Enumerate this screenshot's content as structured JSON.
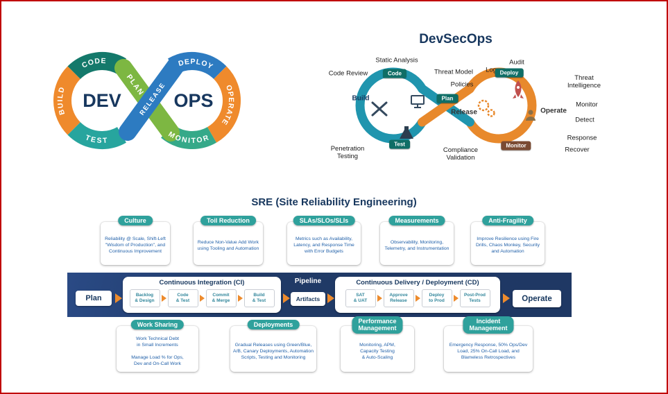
{
  "colors": {
    "page_border_red": "#C00000",
    "pill_teal": "#2FA19C",
    "navy": "#1F3864",
    "flow_arrow_orange": "#ED8B2D",
    "card_body_blue": "#1F5FA8",
    "devsecops_left_loop": "#2095AE",
    "devsecops_right_loop": "#E8892C"
  },
  "icons": {
    "build_tools": "crossed-wrench-screwdriver",
    "computer": "desktop-monitor",
    "test_flask": "erlenmeyer-flask",
    "gears": "double-gear",
    "deploy_rocket": "rocket",
    "operate_person": "person-at-desk",
    "flow_arrow": "orange-right-triangle"
  },
  "devops_loop": {
    "dev": "DEV",
    "ops": "OPS",
    "build": "BUILD",
    "code": "CODE",
    "plan": "PLAN",
    "test": "TEST",
    "release": "RELEASE",
    "deploy": "DEPLOY",
    "operate": "OPERATE",
    "monitor": "MONITOR"
  },
  "devsecops": {
    "title": "DevSecOps",
    "outer": {
      "static_analysis": "Static Analysis",
      "code_review": "Code Review",
      "threat_model": "Threat Model",
      "policies": "Policies",
      "log": "Log",
      "audit": "Audit",
      "threat_intelligence": "Threat\nIntelligence",
      "monitor": "Monitor",
      "detect": "Detect",
      "response": "Response",
      "recover": "Recover",
      "penetration_testing": "Penetration\nTesting",
      "compliance_validation": "Compliance\nValidation"
    },
    "stages": {
      "code": "Code",
      "build": "Build",
      "plan": "Plan",
      "test": "Test",
      "release": "Release",
      "deploy": "Deploy",
      "monitor": "Monitor",
      "operate": "Operate"
    }
  },
  "sre": {
    "title": "SRE (Site Reliability Engineering)",
    "top_cards": [
      {
        "title": "Culture",
        "body": "Reliability @ Scale, Shift-Left \"Wisdom of Production\", and Continuous Improvement"
      },
      {
        "title": "Toil Reduction",
        "body": "Reduce Non-Value Add Work using Tooling and Automation"
      },
      {
        "title": "SLAs/SLOs/SLIs",
        "body": "Metrics such as Availability, Latency, and Response Time with Error Budgets"
      },
      {
        "title": "Measurements",
        "body": "Observability, Monitoring, Telemetry, and Instrumentation"
      },
      {
        "title": "Anti-Fragility",
        "body": "Improve Resilience using Fire Drills, Chaos Monkey, Security and Automation"
      }
    ],
    "pipeline": {
      "plan": "Plan",
      "operate": "Operate",
      "pipeline_label": "Pipeline",
      "artifacts": "Artifacts",
      "ci": {
        "title": "Continuous Integration (CI)",
        "steps": [
          "Backlog\n& Design",
          "Code\n& Test",
          "Commit\n& Merge",
          "Build\n& Test"
        ]
      },
      "cd": {
        "title": "Continuous Delivery / Deployment (CD)",
        "steps": [
          "SAT\n& UAT",
          "Approve\nRelease",
          "Deploy\nto Prod",
          "Post-Prod\nTests"
        ]
      }
    },
    "bottom_cards": [
      {
        "title": "Work Sharing",
        "body": "Work Technical Debt\nin Small Increments\n\nManage Load % for Ops,\nDev and On-Call Work"
      },
      {
        "title": "Deployments",
        "body": "Gradual Releases using Green/Blue, A/B, Canary Deployments, Automation Scripts, Testing and Monitoring"
      },
      {
        "title": "Performance\nManagement",
        "body": "Monitoring, APM,\nCapacity Testing\n& Auto-Scaling"
      },
      {
        "title": "Incident\nManagement",
        "body": "Emergency Response, 50% Ops/Dev Load, 25% On-Call Load, and Blameless Retrospectives"
      }
    ]
  }
}
